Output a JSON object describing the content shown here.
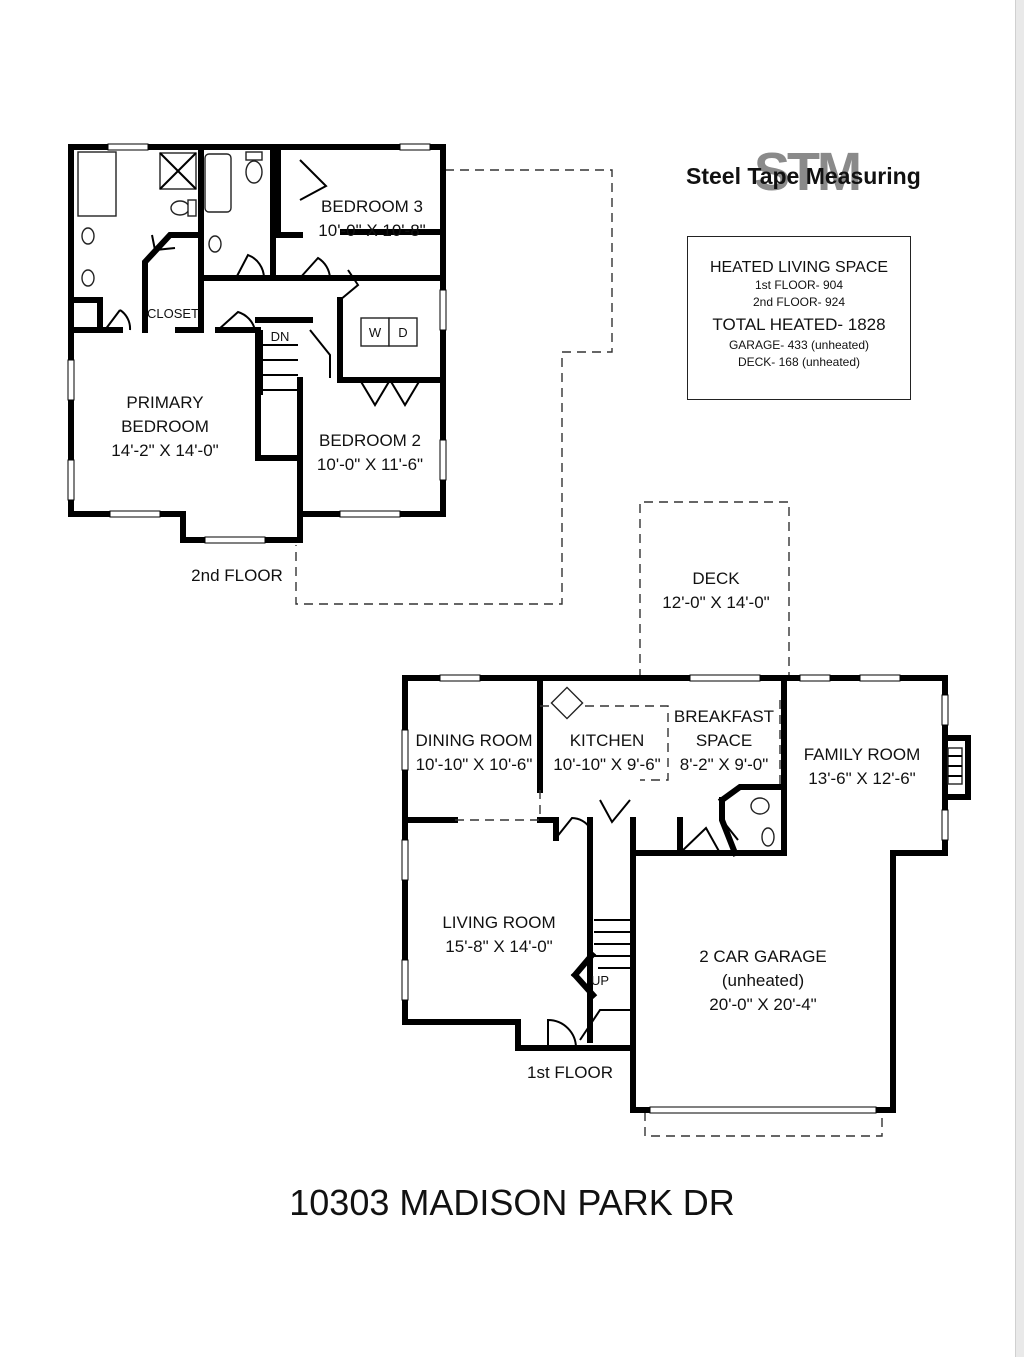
{
  "address": "10303 MADISON PARK DR",
  "logo": {
    "text": "Steel Tape Measuring",
    "monogram": "STM"
  },
  "legend": {
    "heading": "HEATED LIVING SPACE",
    "first_floor": "1st FLOOR- 904",
    "second_floor": "2nd FLOOR- 924",
    "total": "TOTAL HEATED- 1828",
    "garage": "GARAGE- 433 (unheated)",
    "deck": "DECK- 168 (unheated)"
  },
  "second_floor": {
    "label": "2nd FLOOR",
    "rooms": {
      "bedroom3": {
        "name": "BEDROOM 3",
        "size": "10'-0\" X 10'-8\""
      },
      "primary": {
        "name_line1": "PRIMARY",
        "name_line2": "BEDROOM",
        "size": "14'-2\" X 14'-0\""
      },
      "bedroom2": {
        "name": "BEDROOM 2",
        "size": "10'-0\" X 11'-6\""
      }
    },
    "closet": "CLOSET",
    "stair": "DN",
    "washer": "W",
    "dryer": "D"
  },
  "first_floor": {
    "label": "1st FLOOR",
    "rooms": {
      "deck": {
        "name": "DECK",
        "size": "12'-0\" X 14'-0\""
      },
      "dining": {
        "name": "DINING ROOM",
        "size": "10'-10\" X 10'-6\""
      },
      "kitchen": {
        "name": "KITCHEN",
        "size": "10'-10\" X 9'-6\""
      },
      "breakfast": {
        "name_line1": "BREAKFAST",
        "name_line2": "SPACE",
        "size": "8'-2\" X 9'-0\""
      },
      "family": {
        "name": "FAMILY ROOM",
        "size": "13'-6\" X 12'-6\""
      },
      "living": {
        "name": "LIVING ROOM",
        "size": "15'-8\" X 14'-0\""
      },
      "garage": {
        "name_line1": "2 CAR GARAGE",
        "name_line2": "(unheated)",
        "size": "20'-0\" X 20'-4\""
      }
    },
    "stair": "UP"
  }
}
